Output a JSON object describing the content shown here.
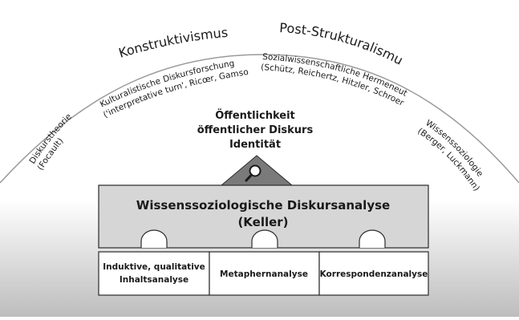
{
  "diagram": {
    "arc_headings": {
      "left": "Konstruktivismus",
      "right": "Post-Strukturalismus"
    },
    "arc_sublabels": {
      "left": [
        "Kulturalistische Diskursforschung",
        "('interpretative turn', Ricœr, Gamson)"
      ],
      "right": [
        "Sozialwissenschaftliche Hermeneutik",
        "(Schütz, Reichertz, Hitzler, Schroer)"
      ]
    },
    "side_labels": {
      "left": [
        "Diskurstheorie",
        "(Focault)"
      ],
      "right": [
        "Wissenssoziologie",
        "(Berger, Luckmann)"
      ]
    },
    "center_focus": [
      "Öffentlichkeit",
      "öffentlicher Diskurs",
      "Identität"
    ],
    "lens_icon": "magnifier-icon",
    "main_block": [
      "Wissenssoziologische Diskursanalyse",
      "(Keller)"
    ],
    "pillars": [
      [
        "Induktive, qualitative",
        "Inhaltsanalyse"
      ],
      [
        "Metaphernanalyse"
      ],
      [
        "Korrespondenzanalyse"
      ]
    ],
    "colors": {
      "dome": "#c6c6c6",
      "main_block": "#d6d6d6",
      "triangle": "#7a7a7a",
      "pillar_bg": "#ffffff",
      "stroke": "#2a2a2a"
    }
  }
}
